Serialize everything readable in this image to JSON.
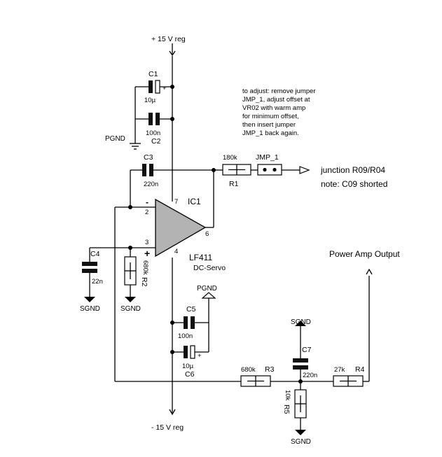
{
  "rails": {
    "positive": "+ 15 V reg",
    "negative": "- 15 V reg"
  },
  "ic": {
    "ref": "IC1",
    "part": "LF411",
    "function": "DC-Servo",
    "pin_inv": "2",
    "pin_noninv": "3",
    "pin_vplus": "7",
    "pin_vminus": "4",
    "pin_out": "6",
    "sign_minus": "-",
    "sign_plus": "+"
  },
  "components": {
    "c1": {
      "ref": "C1",
      "value": "10µ"
    },
    "c2": {
      "ref": "C2",
      "value": "100n"
    },
    "c3": {
      "ref": "C3",
      "value": "220n"
    },
    "c4": {
      "ref": "C4",
      "value": "22n"
    },
    "c5": {
      "ref": "C5",
      "value": "100n"
    },
    "c6": {
      "ref": "C6",
      "value": "10µ"
    },
    "c7": {
      "ref": "C7",
      "value": "220n"
    },
    "r1": {
      "ref": "R1",
      "value": "180k"
    },
    "r2": {
      "ref": "R2",
      "value": "680k"
    },
    "r3": {
      "ref": "R3",
      "value": "680k"
    },
    "r4": {
      "ref": "R4",
      "value": "27k"
    },
    "r5": {
      "ref": "R5",
      "value": "10k"
    },
    "jumper": {
      "ref": "JMP_1"
    }
  },
  "grounds": {
    "pgnd": "PGND",
    "sgnd": "SGND"
  },
  "polarity_plus": "+",
  "note_adjust": [
    "to adjust: remove jumper",
    "JMP_1, adjust offset at",
    "VR02 with warm amp",
    "for minimum offset,",
    "then insert jumper",
    "JMP_1 back again."
  ],
  "junction_label": "junction R09/R04",
  "junction_note": "note: C09 shorted",
  "output_label": "Power Amp Output"
}
